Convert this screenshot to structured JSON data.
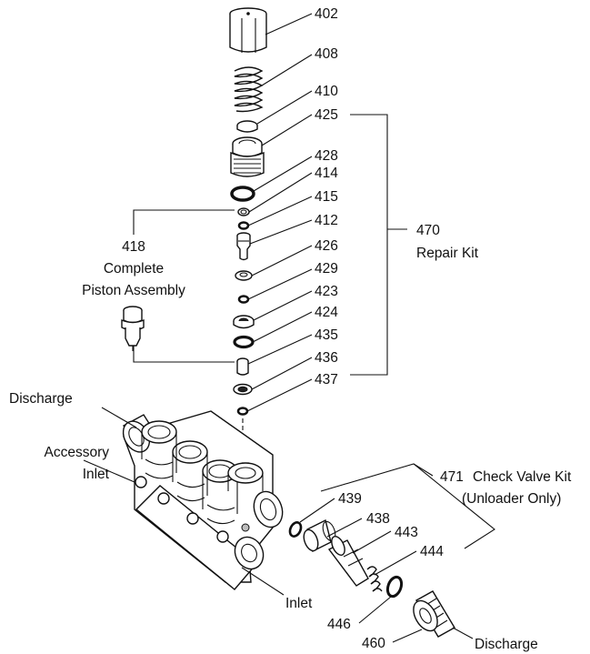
{
  "parts": [
    {
      "number": "402"
    },
    {
      "number": "408"
    },
    {
      "number": "410"
    },
    {
      "number": "425"
    },
    {
      "number": "428"
    },
    {
      "number": "414"
    },
    {
      "number": "415"
    },
    {
      "number": "412"
    },
    {
      "number": "426"
    },
    {
      "number": "429"
    },
    {
      "number": "423"
    },
    {
      "number": "424"
    },
    {
      "number": "435"
    },
    {
      "number": "436"
    },
    {
      "number": "437"
    },
    {
      "number": "439"
    },
    {
      "number": "438"
    },
    {
      "number": "443"
    },
    {
      "number": "444"
    },
    {
      "number": "446"
    },
    {
      "number": "460"
    }
  ],
  "piston_assembly": {
    "number": "418",
    "line1": "Complete",
    "line2": "Piston Assembly"
  },
  "repair_kit": {
    "number": "470",
    "name": "Repair Kit"
  },
  "check_valve_kit": {
    "number": "471",
    "name": "Check Valve Kit",
    "note": "(Unloader Only)"
  },
  "port_labels": {
    "discharge_main": "Discharge",
    "accessory_line1": "Accessory",
    "accessory_line2": "Inlet",
    "inlet": "Inlet",
    "discharge_fitting": "Discharge"
  }
}
